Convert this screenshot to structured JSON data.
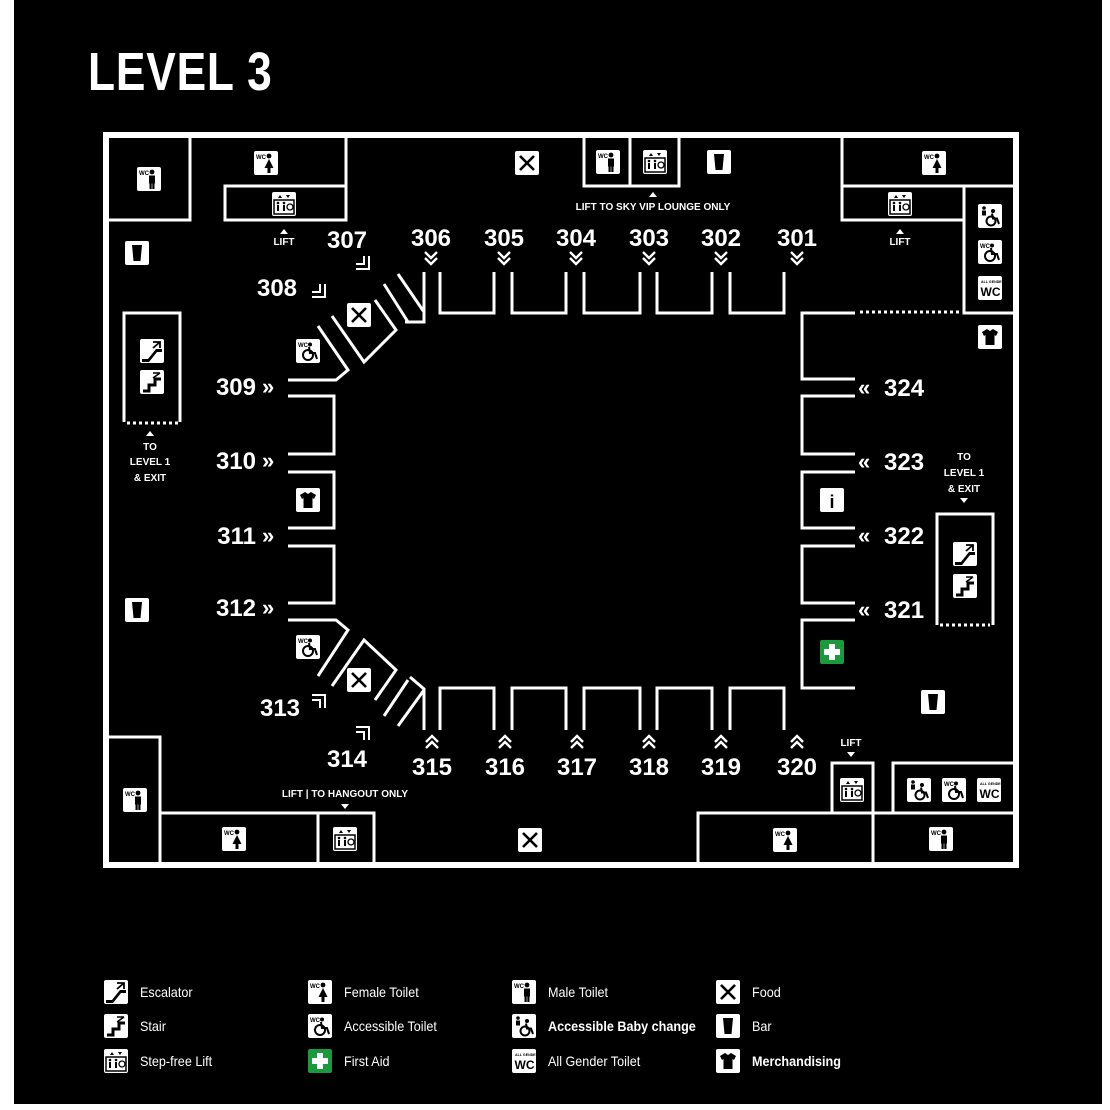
{
  "title": "LEVEL 3",
  "colors": {
    "background": "#000000",
    "lines": "#ffffff",
    "first_aid": "#1a9a3c",
    "label_halo": "#ffffff"
  },
  "entrances": {
    "top": [
      {
        "num": "306"
      },
      {
        "num": "305"
      },
      {
        "num": "304"
      },
      {
        "num": "303"
      },
      {
        "num": "302"
      },
      {
        "num": "301"
      }
    ],
    "bottom": [
      {
        "num": "315"
      },
      {
        "num": "316"
      },
      {
        "num": "317"
      },
      {
        "num": "318"
      },
      {
        "num": "319"
      },
      {
        "num": "320"
      }
    ],
    "left": [
      {
        "num": "309"
      },
      {
        "num": "310"
      },
      {
        "num": "311"
      },
      {
        "num": "312"
      }
    ],
    "right": [
      {
        "num": "324"
      },
      {
        "num": "323"
      },
      {
        "num": "322"
      },
      {
        "num": "321"
      }
    ],
    "corners": [
      {
        "num": "307"
      },
      {
        "num": "308"
      },
      {
        "num": "313"
      },
      {
        "num": "314"
      }
    ]
  },
  "arrow_glyphs": {
    "right": "»",
    "left": "«"
  },
  "notes": {
    "lift": "LIFT",
    "lift_sky_vip": "LIFT TO SKY VIP LOUNGE ONLY",
    "lift_hangout": "LIFT | TO HANGOUT ONLY",
    "to_level1_line1": "TO",
    "to_level1_line2": "LEVEL 1",
    "to_level1_line3": "& EXIT"
  },
  "icon_text": {
    "wc": "WC",
    "all_gender": "ALL GENDER",
    "info": "i"
  },
  "legend": [
    {
      "icon": "escalator-icon",
      "label": "Escalator",
      "bold": false
    },
    {
      "icon": "stair-icon",
      "label": "Stair",
      "bold": false
    },
    {
      "icon": "lift-icon",
      "label": "Step-free Lift",
      "bold": false
    },
    {
      "icon": "female-toilet-icon",
      "label": "Female Toilet",
      "bold": false
    },
    {
      "icon": "accessible-toilet-icon",
      "label": "Accessible Toilet",
      "bold": false
    },
    {
      "icon": "first-aid-icon",
      "label": "First Aid",
      "bold": false
    },
    {
      "icon": "male-toilet-icon",
      "label": "Male Toilet",
      "bold": false
    },
    {
      "icon": "baby-change-icon",
      "label": "Accessible Baby change",
      "bold": true
    },
    {
      "icon": "all-gender-toilet-icon",
      "label": "All Gender Toilet",
      "bold": false
    },
    {
      "icon": "food-icon",
      "label": "Food",
      "bold": false
    },
    {
      "icon": "bar-icon",
      "label": "Bar",
      "bold": false
    },
    {
      "icon": "merchandise-icon",
      "label": "Merchandising",
      "bold": true
    }
  ]
}
